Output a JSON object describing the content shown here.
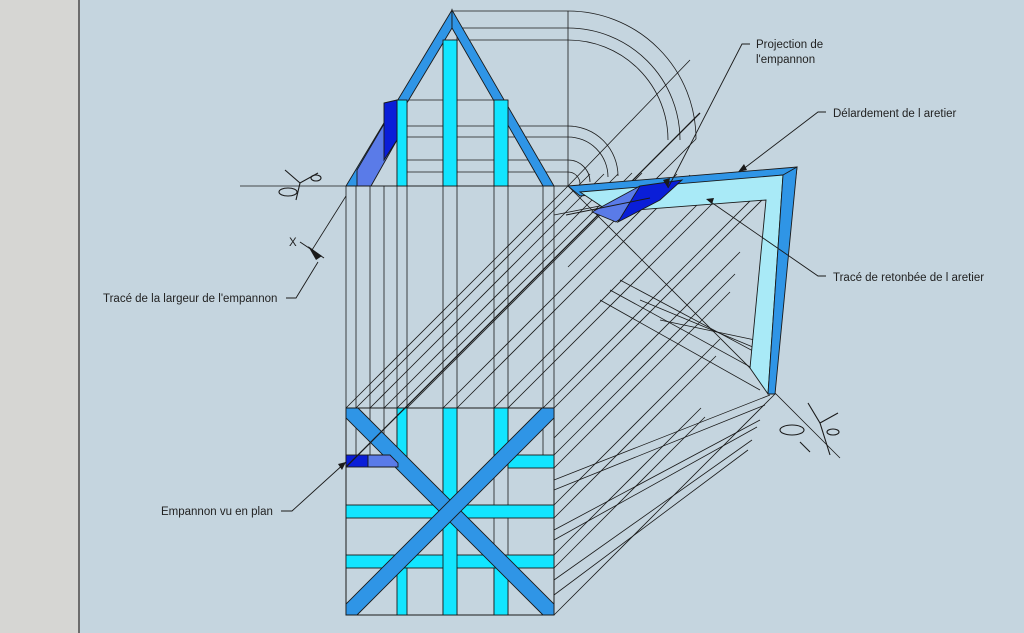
{
  "labels": {
    "projection": [
      "Projection de",
      "l'empannon"
    ],
    "delardement": "Délardement de l aretier",
    "retombee": "Tracé de retonbée de l aretier",
    "largeur": "Tracé de la largeur de l'empannon",
    "plan": "Empannon vu en plan",
    "x_mark": "X"
  },
  "colors": {
    "background": "#c5d5df",
    "panel": "#d6d6d3",
    "rafter_blue": "#2f95e6",
    "light_cyan": "#12e5ff",
    "pale_cyan": "#a9eaf7",
    "dark_blue": "#0a1ed8",
    "mid_blue": "#5a7be8"
  }
}
